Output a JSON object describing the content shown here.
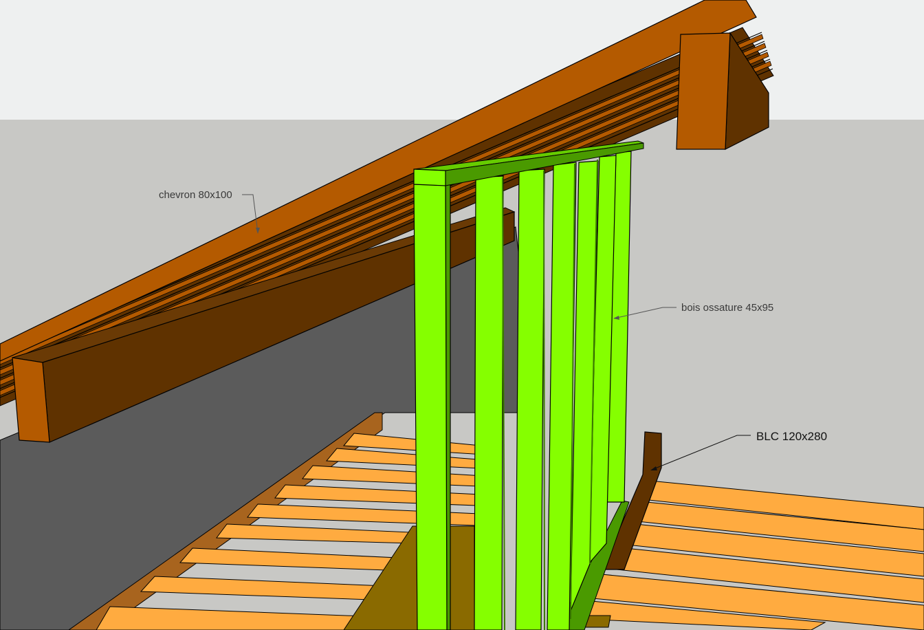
{
  "annotations": {
    "chevron": "chevron 80x100",
    "ossature": "bois ossature 45x95",
    "blc": "BLC 120x280"
  },
  "colors": {
    "sky": "#eef0f0",
    "wall": "#c8c8c5",
    "floor_dark": "#5b5b5b",
    "chevron": "#b45a00",
    "chevron_dark": "#5f3200",
    "joist": "#ffab40",
    "joist_side": "#a8641e",
    "stud_green": "#85ff00",
    "stud_green_dark": "#4a9a00",
    "plate": "#8a6a00"
  }
}
